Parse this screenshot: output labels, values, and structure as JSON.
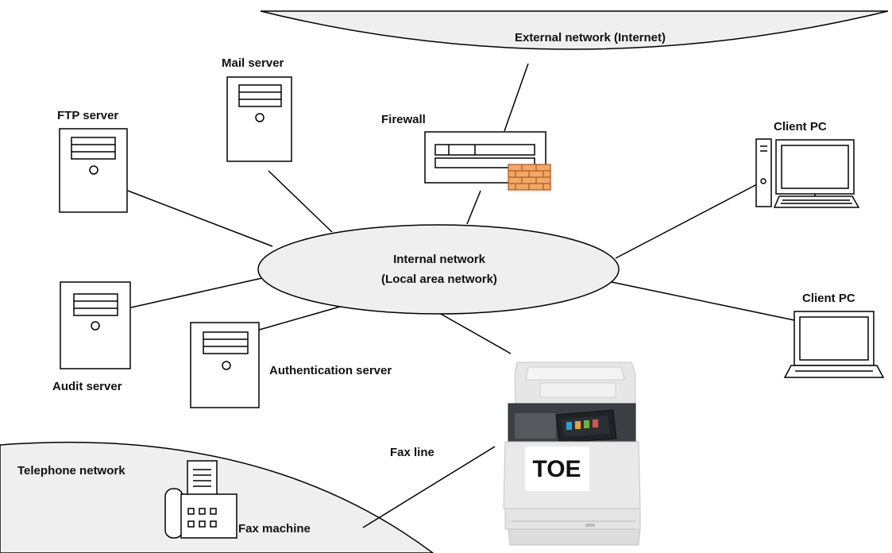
{
  "clouds": {
    "external": "External network (Internet)",
    "internal_line1": "Internal network",
    "internal_line2": "(Local area network)",
    "telephone": "Telephone network"
  },
  "devices": {
    "mail_server": "Mail server",
    "ftp_server": "FTP server",
    "firewall": "Firewall",
    "client_pc_desktop": "Client PC",
    "client_pc_laptop": "Client PC",
    "audit_server": "Audit server",
    "authentication_server": "Authentication server",
    "fax_machine": "Fax machine",
    "toe": "TOE"
  },
  "links": {
    "fax_line": "Fax line"
  },
  "colors": {
    "cloud_fill": "#efefef",
    "line": "#000000",
    "brick_fill": "#f0a868",
    "brick_stroke": "#b35a1f",
    "screen_accent": "#2ba3c9"
  },
  "icons": [
    "server-icon",
    "firewall-icon",
    "brick-wall-icon",
    "desktop-pc-icon",
    "laptop-icon",
    "fax-machine-icon",
    "multifunction-printer-icon"
  ]
}
